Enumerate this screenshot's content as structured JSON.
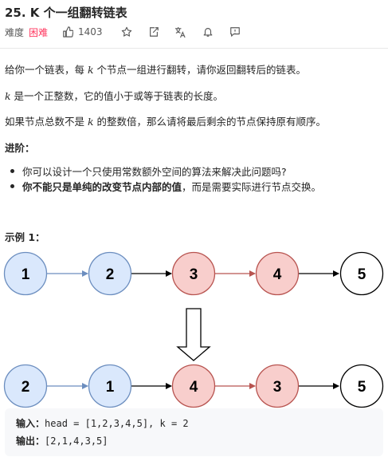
{
  "header": {
    "title": "25. K 个一组翻转链表",
    "difficulty_label": "难度",
    "difficulty_value": "困难",
    "likes": "1403",
    "icons": [
      "thumb-up-icon",
      "star-icon",
      "share-icon",
      "translate-icon",
      "bell-icon",
      "feedback-icon"
    ]
  },
  "desc": {
    "p1_a": "给你一个链表，每 ",
    "p1_k": "k",
    "p1_b": " 个节点一组进行翻转，请你返回翻转后的链表。",
    "p2_k": "k",
    "p2_b": " 是一个正整数，它的值小于或等于链表的长度。",
    "p3_a": "如果节点总数不是 ",
    "p3_k": "k",
    "p3_b": " 的整数倍，那么请将最后剩余的节点保持原有顺序。",
    "advanced_title": "进阶：",
    "bullet1": "你可以设计一个只使用常数额外空间的算法来解决此问题吗?",
    "bullet2_bold": "你不能只是单纯的改变节点内部的值",
    "bullet2_rest": "，而是需要实际进行节点交换。"
  },
  "example": {
    "title": "示例 1：",
    "top_nodes": [
      "1",
      "2",
      "3",
      "4",
      "5"
    ],
    "bottom_nodes": [
      "2",
      "1",
      "4",
      "3",
      "5"
    ],
    "input_label": "输入：",
    "input_value": "head = [1,2,3,4,5], k = 2",
    "output_label": "输出：",
    "output_value": "[2,1,4,3,5]"
  },
  "colors": {
    "blue_fill": "#dae8fc",
    "blue_stroke": "#6c8ebf",
    "red_fill": "#f8cecc",
    "red_stroke": "#b85450",
    "white_fill": "#ffffff",
    "black_stroke": "#000000",
    "difficulty": "#ff375f"
  }
}
